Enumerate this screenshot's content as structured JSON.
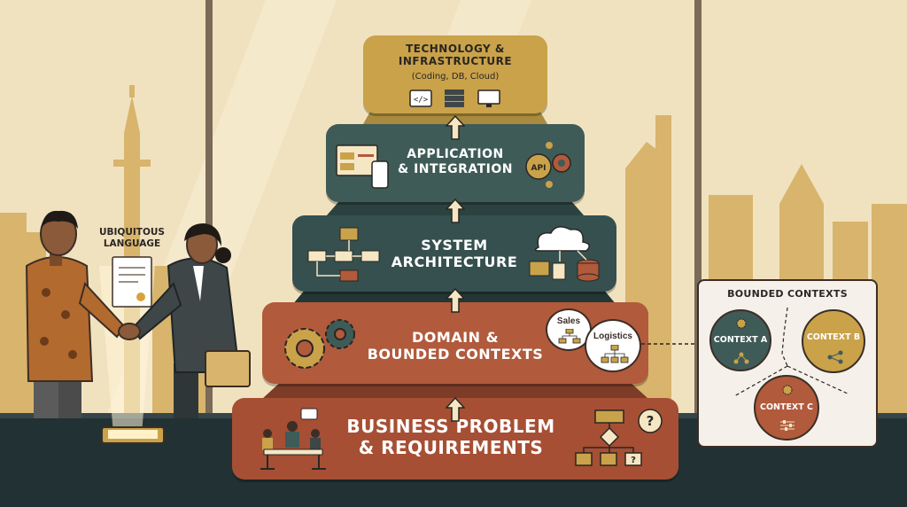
{
  "tiers": {
    "technology": {
      "line1": "TECHNOLOGY &",
      "line2": "INFRASTRUCTURE",
      "sub": "(Coding, DB, Cloud)"
    },
    "application": {
      "line1": "APPLICATION",
      "line2": "& INTEGRATION"
    },
    "system": {
      "line1": "SYSTEM",
      "line2": "ARCHITECTURE"
    },
    "domain": {
      "line1": "DOMAIN &",
      "line2": "BOUNDED CONTEXTS"
    },
    "business": {
      "line1": "BUSINESS PROBLEM",
      "line2": "& REQUIREMENTS"
    }
  },
  "icons": {
    "api_label": "API"
  },
  "bubbles": {
    "sales": "Sales",
    "logistics": "Logistics"
  },
  "ubiquitous_language": {
    "line1": "UBIQUITOUS",
    "line2": "LANGUAGE"
  },
  "bounded_contexts": {
    "title": "BOUNDED CONTEXTS",
    "contexts": [
      {
        "label": "CONTEXT A",
        "color": "#3f5b57"
      },
      {
        "label": "CONTEXT B",
        "color": "#c9a24a"
      },
      {
        "label": "CONTEXT C",
        "color": "#b15a3c"
      }
    ]
  },
  "colors": {
    "technology": "#c9a24a",
    "application": "#3f5b57",
    "system": "#35504f",
    "domain": "#b15a3c",
    "business": "#a64f34",
    "background": "#f1e2bf",
    "floor": "#223133"
  }
}
